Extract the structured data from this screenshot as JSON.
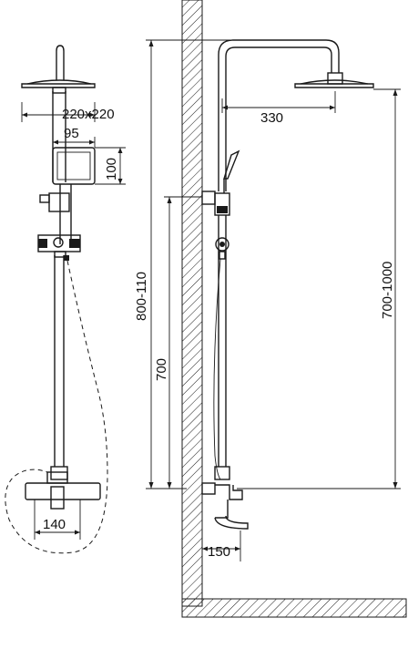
{
  "dimensions": {
    "head_size": "220x220",
    "hand_width": "95",
    "hand_height": "100",
    "valve_width": "140",
    "total_height": "800-110",
    "bar_height": "700",
    "arm_length": "330",
    "adjustable_height": "700-1000",
    "wall_offset": "150"
  }
}
